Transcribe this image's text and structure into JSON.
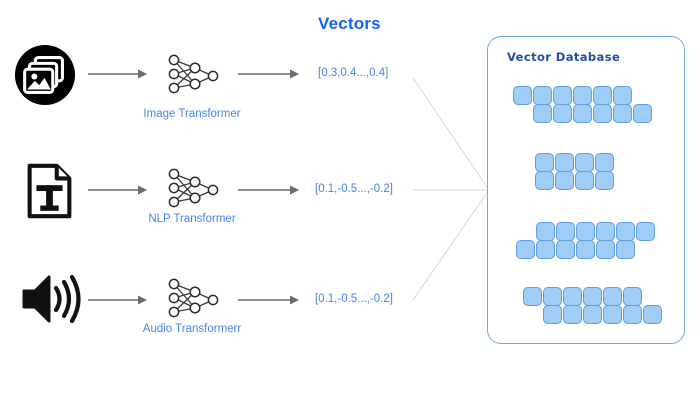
{
  "diagram": {
    "title": "Vectors",
    "pipelines": [
      {
        "source_icon": "image-stack-icon",
        "transformer_label": "Image Transformer",
        "network_icon": "neural-network-icon",
        "vector": "[0.3,0.4...,0.4]"
      },
      {
        "source_icon": "text-document-icon",
        "transformer_label": "NLP Transformer",
        "network_icon": "neural-network-icon",
        "vector": "[0.1,-0.5...,-0.2]"
      },
      {
        "source_icon": "audio-speaker-icon",
        "transformer_label": "Audio Transformerr",
        "network_icon": "neural-network-icon",
        "vector": "[0.1,-0.5...,-0.2]"
      }
    ],
    "database": {
      "title": "Vector Database",
      "clusters": [
        {
          "name": "cluster-1",
          "rows": [
            {
              "count": 6,
              "offset": 0
            },
            {
              "count": 6,
              "offset": 1
            }
          ]
        },
        {
          "name": "cluster-2",
          "rows": [
            {
              "count": 4,
              "offset": 0
            },
            {
              "count": 4,
              "offset": 0
            }
          ]
        },
        {
          "name": "cluster-3",
          "rows": [
            {
              "count": 6,
              "offset": 1
            },
            {
              "count": 6,
              "offset": 0
            }
          ]
        },
        {
          "name": "cluster-4",
          "rows": [
            {
              "count": 6,
              "offset": 0
            },
            {
              "count": 6,
              "offset": 1
            }
          ]
        }
      ]
    },
    "colors": {
      "accent_blue": "#4285f4",
      "title_blue": "#1565f0",
      "db_border": "#6fa8e8",
      "db_title": "#1f4fa8",
      "cell_fill": "#9fcdf5",
      "cell_border": "#5d9ee0",
      "arrow_gray": "#6b6b6b",
      "converge_line": "#d5d5d5"
    }
  }
}
